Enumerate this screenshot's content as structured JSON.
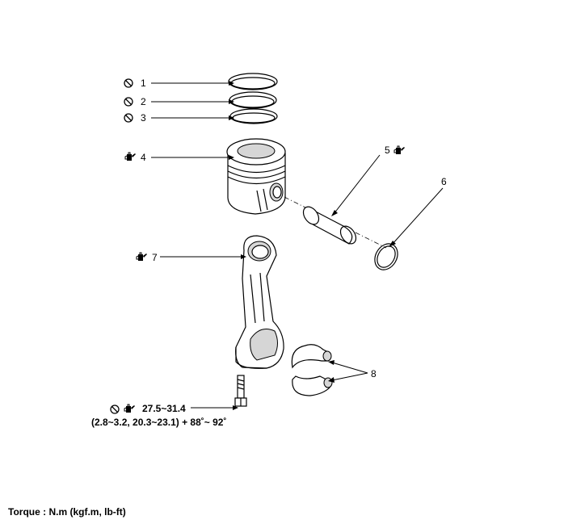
{
  "callouts": {
    "c1": "1",
    "c2": "2",
    "c3": "3",
    "c4": "4",
    "c5": "5",
    "c6": "6",
    "c7": "7",
    "c8": "8"
  },
  "bolt_spec": {
    "torque": "27.5~31.4",
    "detail": "(2.8~3.2, 20.3~23.1)  + 88˚~ 92˚"
  },
  "footer": {
    "torque_unit": "Torque : N.m (kgf.m, lb-ft)"
  },
  "icons": {
    "do_not_reuse": "no-reuse-symbol-icon",
    "lubricate": "oil-can-icon"
  }
}
